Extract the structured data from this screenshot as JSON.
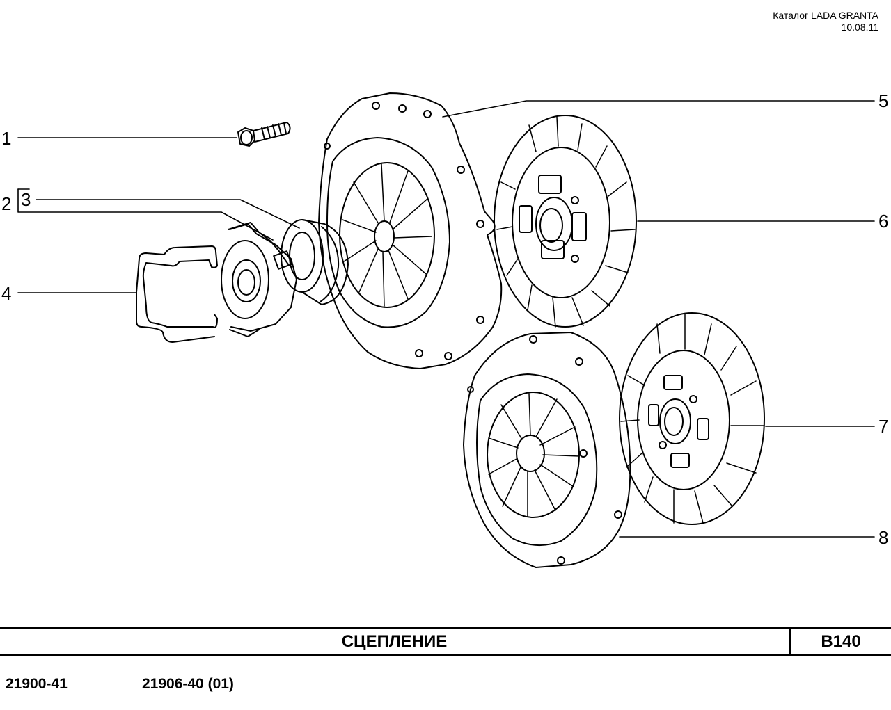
{
  "header": {
    "catalog": "Каталог LADA  GRANTA",
    "date": "10.08.11"
  },
  "callouts": [
    "1",
    "2",
    "3",
    "4",
    "5",
    "6",
    "7",
    "8"
  ],
  "footer": {
    "title": "СЦЕПЛЕНИЕ",
    "code": "B140",
    "models": [
      "21900-41",
      "21906-40 (01)"
    ]
  },
  "parts": [
    {
      "num": "1",
      "name": "bolt-icon"
    },
    {
      "num": "2",
      "name": "bearing-assembly-icon"
    },
    {
      "num": "3",
      "name": "release-bearing-icon"
    },
    {
      "num": "4",
      "name": "retaining-spring-icon"
    },
    {
      "num": "5",
      "name": "pressure-plate-icon"
    },
    {
      "num": "6",
      "name": "clutch-disc-icon"
    },
    {
      "num": "7",
      "name": "clutch-disc-icon"
    },
    {
      "num": "8",
      "name": "pressure-plate-icon"
    }
  ]
}
